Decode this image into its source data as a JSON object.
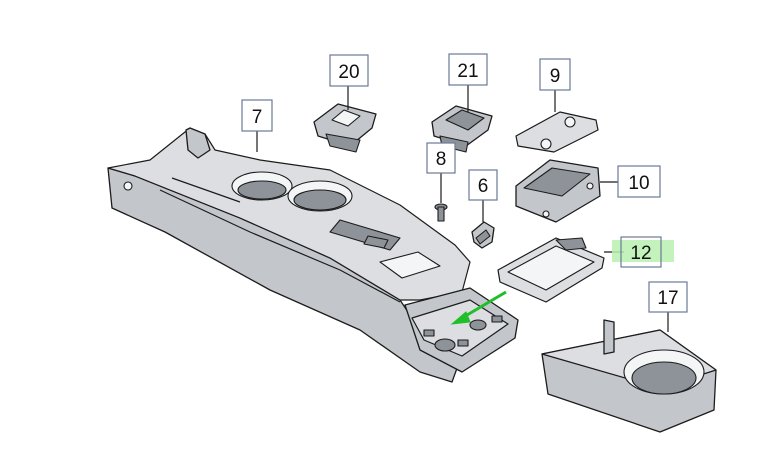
{
  "callouts": {
    "c7": "7",
    "c20": "20",
    "c21": "21",
    "c9": "9",
    "c8": "8",
    "c6": "6",
    "c10": "10",
    "c12": "12",
    "c17": "17"
  },
  "colors": {
    "part_fill": "#c3c6cb",
    "highlight": "#b8f0b0",
    "arrow": "#1fbf2a",
    "callout_border": "#6b7a96"
  },
  "highlighted_callout": "12"
}
